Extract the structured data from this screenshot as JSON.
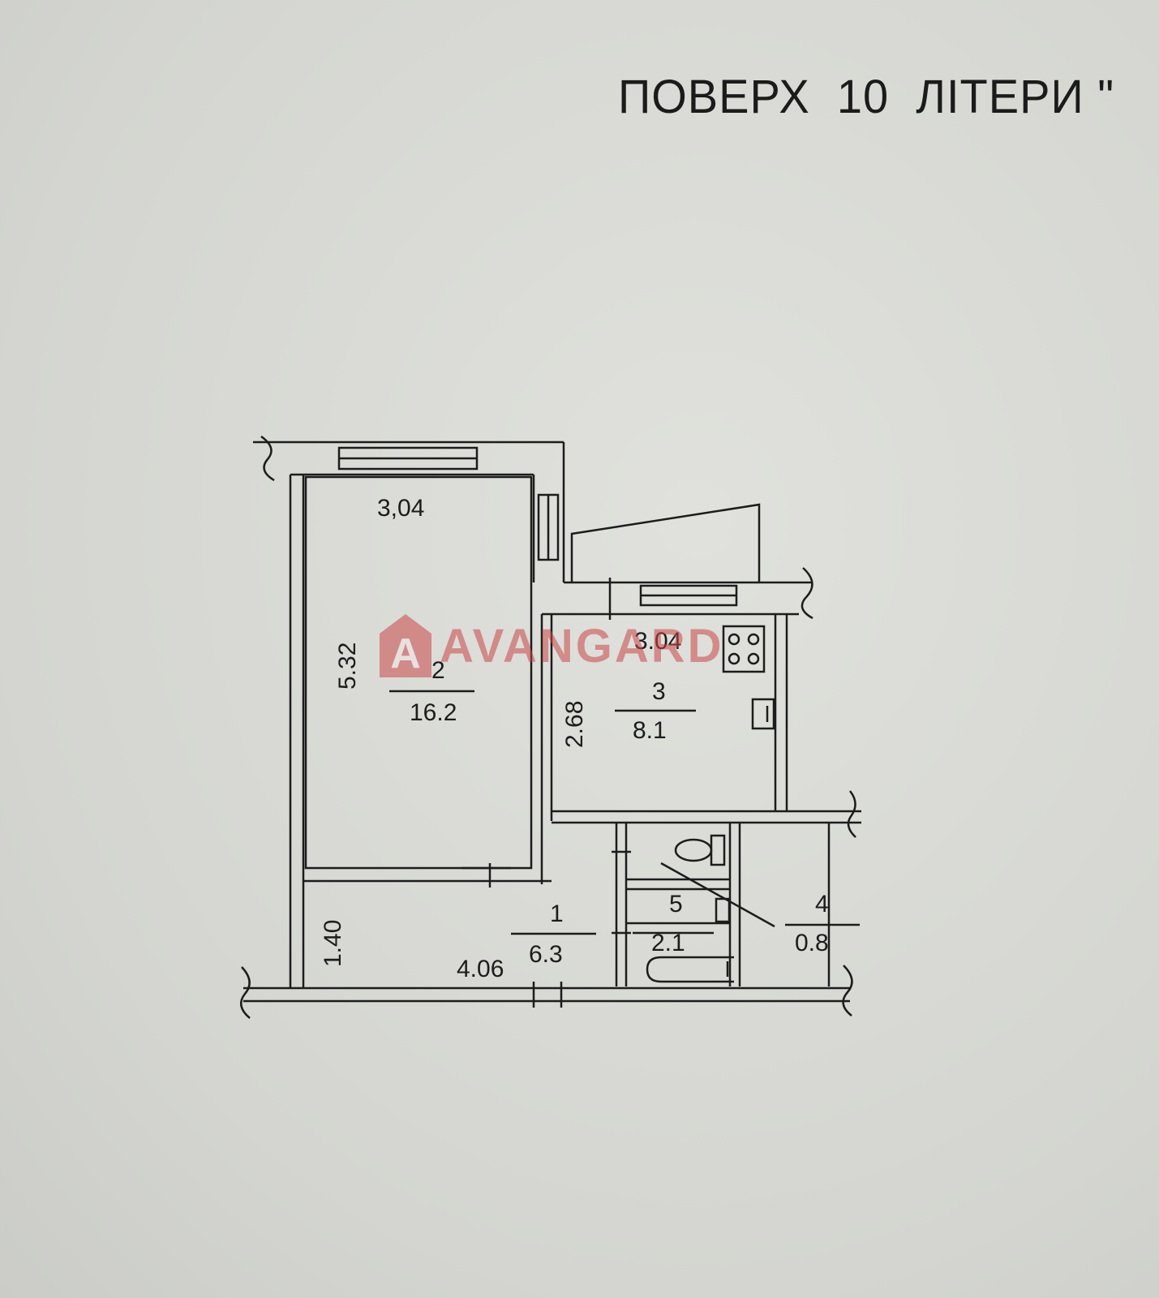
{
  "header": {
    "title": "ПОВЕРХ  10  ЛІТЕРИ \""
  },
  "watermark": {
    "logo_letter": "A",
    "text": "AVANGARD",
    "color": "#c94848"
  },
  "rooms": [
    {
      "number": "2",
      "area": "16.2",
      "width": "3,04",
      "length": "5.32"
    },
    {
      "number": "3",
      "area": "8.1",
      "width": "3.04",
      "length": "2.68"
    },
    {
      "number": "1",
      "area": "6.3",
      "width": "4.06",
      "length": "1.40"
    },
    {
      "number": "5",
      "area": "2.1"
    },
    {
      "number": "4",
      "area": "0.8"
    }
  ],
  "colors": {
    "paper": "#d6d7d2",
    "ink": "#1c1c1c"
  }
}
